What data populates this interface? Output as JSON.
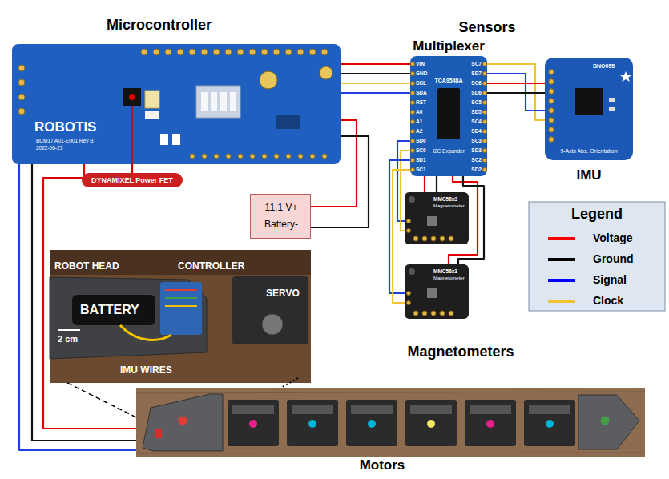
{
  "diagram": {
    "nodes": [
      {
        "text": [
          "Microcontroller",
          "ROBOTIS",
          "BCM17 A01-E001 Rev B",
          "2022-06-23"
        ]
      },
      {
        "text": [
          "Multiplexer",
          "TCA9548A",
          "I2C Expander"
        ]
      },
      {
        "text": [
          "BNO055",
          "9-Axis Abs. Orientation",
          "IMU"
        ]
      },
      {
        "text": [
          "DYNAMIXEL Power FET"
        ]
      },
      {
        "text": [
          "11.1 V+",
          "Battery-"
        ]
      },
      {
        "text": [
          "MMC56x3",
          "Magnetometer"
        ]
      },
      {
        "text": [
          "MMC56x3",
          "Magnetometer"
        ]
      },
      {
        "text": [
          "Motors"
        ]
      }
    ],
    "edges": [
      {
        "from": 0,
        "to": 1,
        "arrow": "none"
      },
      {
        "from": 0,
        "to": 1,
        "arrow": "none"
      },
      {
        "from": 0,
        "to": 1,
        "arrow": "none"
      },
      {
        "from": 0,
        "to": 1,
        "arrow": "none"
      },
      {
        "from": 1,
        "to": 2,
        "arrow": "none"
      },
      {
        "from": 1,
        "to": 2,
        "arrow": "none"
      },
      {
        "from": 1,
        "to": 2,
        "arrow": "none"
      },
      {
        "from": 1,
        "to": 2,
        "arrow": "none"
      },
      {
        "from": 1,
        "to": 5,
        "arrow": "none"
      },
      {
        "from": 1,
        "to": 5,
        "arrow": "none"
      },
      {
        "from": 1,
        "to": 5,
        "arrow": "none"
      },
      {
        "from": 1,
        "to": 5,
        "arrow": "none"
      },
      {
        "from": 1,
        "to": 6,
        "arrow": "none"
      },
      {
        "from": 1,
        "to": 6,
        "arrow": "none"
      },
      {
        "from": 1,
        "to": 6,
        "arrow": "none"
      },
      {
        "from": 1,
        "to": 6,
        "arrow": "none"
      },
      {
        "from": 4,
        "to": 0,
        "arrow": "none"
      },
      {
        "from": 4,
        "to": 0,
        "arrow": "none"
      },
      {
        "from": 3,
        "to": 0,
        "arrow": "none"
      },
      {
        "from": 0,
        "to": 7,
        "arrow": "none"
      },
      {
        "from": 0,
        "to": 7,
        "arrow": "none"
      },
      {
        "from": 0,
        "to": 7,
        "arrow": "none"
      }
    ],
    "labels": [
      "Sensors",
      "VIN",
      "GND",
      "SCL",
      "SDA",
      "RST",
      "A0",
      "A1",
      "A2",
      "SD0",
      "SC0",
      "SD1",
      "SC1",
      "SC7",
      "SD7",
      "SC6",
      "SD6",
      "SC5",
      "SD5",
      "SC4",
      "SD4",
      "SC3",
      "SD3",
      "SC2",
      "SD2",
      "Magnetometers",
      "ROBOT HEAD",
      "CONTROLLER",
      "BATTERY",
      "SERVO",
      "2 cm",
      "IMU WIRES",
      "Legend"
    ],
    "legend": [
      {
        "text": "Voltage",
        "color": "#ff0000"
      },
      {
        "text": "Ground",
        "color": "#000000"
      },
      {
        "text": "Signal",
        "color": "#0000ff"
      },
      {
        "text": "Clock",
        "color": "#f1c232"
      }
    ]
  }
}
